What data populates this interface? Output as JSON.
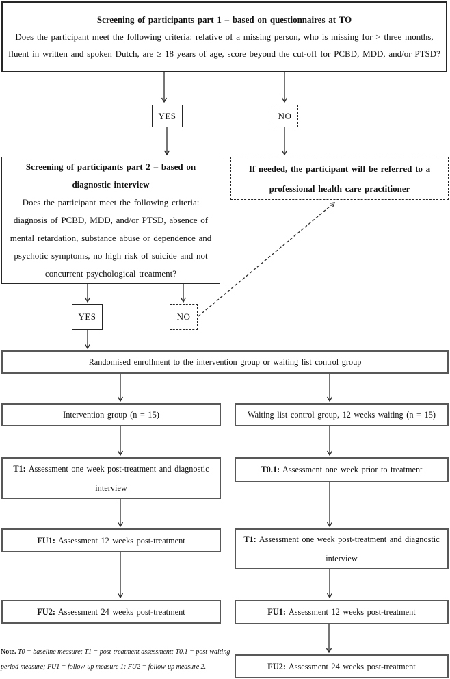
{
  "flowchart": {
    "screening1": {
      "title": "Screening of participants part 1 – based on questionnaires at TO",
      "body": "Does the participant meet the following criteria: relative of a missing person, who is missing for > three months, fluent in written and spoken Dutch, are ≥ 18 years of age, score beyond the cut-off for PCBD, MDD, and/or PTSD?"
    },
    "decision1": {
      "yes": "YES",
      "no": "NO"
    },
    "screening2": {
      "title": "Screening of participants part 2 – based on diagnostic interview",
      "body": "Does the participant meet the following criteria: diagnosis of PCBD, MDD, and/or PTSD, absence of mental retardation, substance abuse or dependence and psychotic symptoms, no high risk of suicide and not concurrent psychological treatment?"
    },
    "referral": {
      "text": "If needed, the participant will be referred to a professional health care practitioner"
    },
    "decision2": {
      "yes": "YES",
      "no": "NO"
    },
    "randomisation": {
      "text": "Randomised enrollment to the intervention group or waiting list control group"
    },
    "left_branch": {
      "group": "Intervention group (n = 15)",
      "t1_label": "T1:",
      "t1_text": "Assessment one week post-treatment and diagnostic interview",
      "fu1_label": "FU1:",
      "fu1_text": "Assessment 12 weeks post-treatment",
      "fu2_label": "FU2:",
      "fu2_text": "Assessment 24 weeks post-treatment"
    },
    "right_branch": {
      "group": "Waiting list control group, 12 weeks waiting (n = 15)",
      "t01_label": "T0.1:",
      "t01_text": "Assessment one week prior to treatment",
      "t1_label": "T1:",
      "t1_text": "Assessment one week post-treatment and diagnostic interview",
      "fu1_label": "FU1:",
      "fu1_text": "Assessment 12 weeks post-treatment",
      "fu2_label": "FU2:",
      "fu2_text": "Assessment 24 weeks post-treatment"
    },
    "note": {
      "label": "Note.",
      "text": "T0 = baseline measure; T1 = post-treatment assessment; T0.1 = post-waiting period measure; FU1 = follow-up measure 1; FU2 = follow-up measure 2."
    }
  },
  "colors": {
    "line": "#2b2b2b",
    "border_dark": "#262626",
    "border_gray": "#585858",
    "text": "#111111",
    "background": "#ffffff"
  }
}
